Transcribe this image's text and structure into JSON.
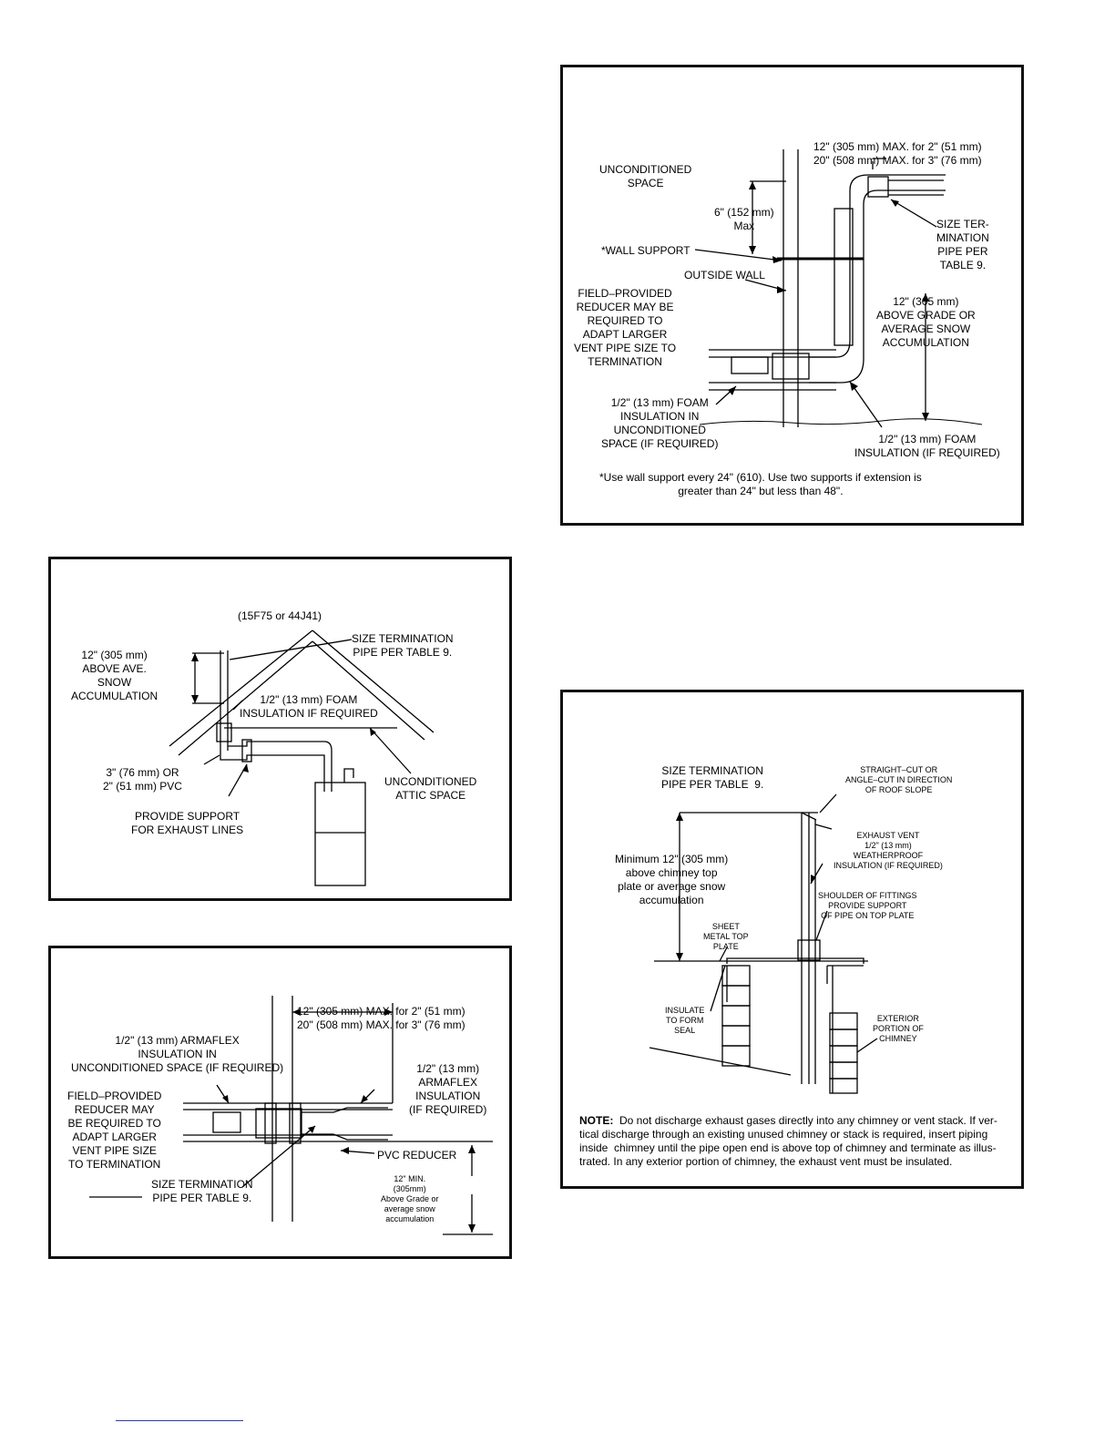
{
  "fig_top_right": {
    "dim_max": "12\" (305 mm) MAX. for 2\" (51 mm)\n20\" (508 mm) MAX. for 3\" (76 mm)",
    "unconditioned": "UNCONDITIONED\nSPACE",
    "six_inch": "6\" (152 mm)\nMax",
    "wall_support": "*WALL SUPPORT",
    "outside_wall": "OUTSIDE WALL",
    "size_termination": "SIZE TER-\nMINATION\nPIPE PER\nTABLE 9.",
    "reducer": "FIELD–PROVIDED\nREDUCER MAY BE\nREQUIRED TO\nADAPT LARGER\nVENT PIPE SIZE TO\nTERMINATION",
    "above_grade": "12\" (305 mm)\nABOVE GRADE OR\nAVERAGE SNOW\nACCUMULATION",
    "foam_uncond": "1/2\" (13 mm) FOAM\nINSULATION IN\nUNCONDITIONED\nSPACE (IF REQUIRED)",
    "foam_req": "1/2\" (13 mm) FOAM\nINSULATION (IF REQUIRED)",
    "footnote": "*Use wall support every 24\" (610). Use two supports if extension is\ngreater than 24\" but less than 48\"."
  },
  "fig_attic": {
    "model": "(15F75 or 44J41)",
    "size_termination": "SIZE TERMINATION\nPIPE PER TABLE 9.",
    "above_snow": "12\" (305 mm)\nABOVE AVE.\nSNOW\nACCUMULATION",
    "foam": "1/2\" (13 mm) FOAM\nINSULATION IF REQUIRED",
    "pvc": "3\" (76 mm) OR\n2\" (51 mm) PVC",
    "unconditioned_attic": "UNCONDITIONED\nATTIC SPACE",
    "support": "PROVIDE SUPPORT\nFOR EXHAUST LINES"
  },
  "fig_wall": {
    "dim_max": "12\" (305 mm) MAX. for 2\" (51 mm)\n20\" (508 mm) MAX. for 3\" (76 mm)",
    "armaflex_uncond": "1/2\" (13 mm) ARMAFLEX\nINSULATION IN\nUNCONDITIONED SPACE (IF REQUIRED)",
    "armaflex": "1/2\" (13 mm)\nARMAFLEX\nINSULATION\n(IF REQUIRED)",
    "reducer": "FIELD–PROVIDED\nREDUCER MAY\nBE REQUIRED TO\nADAPT LARGER\nVENT PIPE SIZE\nTO TERMINATION",
    "pvc_reducer": "PVC REDUCER",
    "min_above": "12\" MIN.\n(305mm)\nAbove Grade or\naverage snow\naccumulation",
    "size_termination": "SIZE TERMINATION\nPIPE PER TABLE 9."
  },
  "fig_chimney": {
    "size_termination": "SIZE TERMINATION\nPIPE PER TABLE  9.",
    "straight_cut": "STRAIGHT–CUT OR\nANGLE–CUT IN DIRECTION\nOF ROOF SLOPE",
    "exhaust_vent": "EXHAUST VENT\n1/2\" (13 mm)\nWEATHERPROOF\nINSULATION (IF REQUIRED)",
    "minimum": "Minimum 12\" (305 mm)\nabove chimney top\nplate or average snow\naccumulation",
    "shoulder": "SHOULDER OF FITTINGS\nPROVIDE SUPPORT\nOF PIPE ON TOP PLATE",
    "sheet_metal": "SHEET\nMETAL TOP\nPLATE",
    "insulate": "INSULATE\nTO FORM\nSEAL",
    "exterior": "EXTERIOR\nPORTION OF\nCHIMNEY",
    "note_label": "NOTE:",
    "note_text": "  Do not discharge exhaust gases directly into any chimney or vent stack. If ver-\ntical discharge through an existing unused chimney or stack is required, insert piping\ninside  chimney until the pipe open end is above top of chimney and terminate as illus-\ntrated. In any exterior portion of chimney, the exhaust vent must be insulated."
  }
}
